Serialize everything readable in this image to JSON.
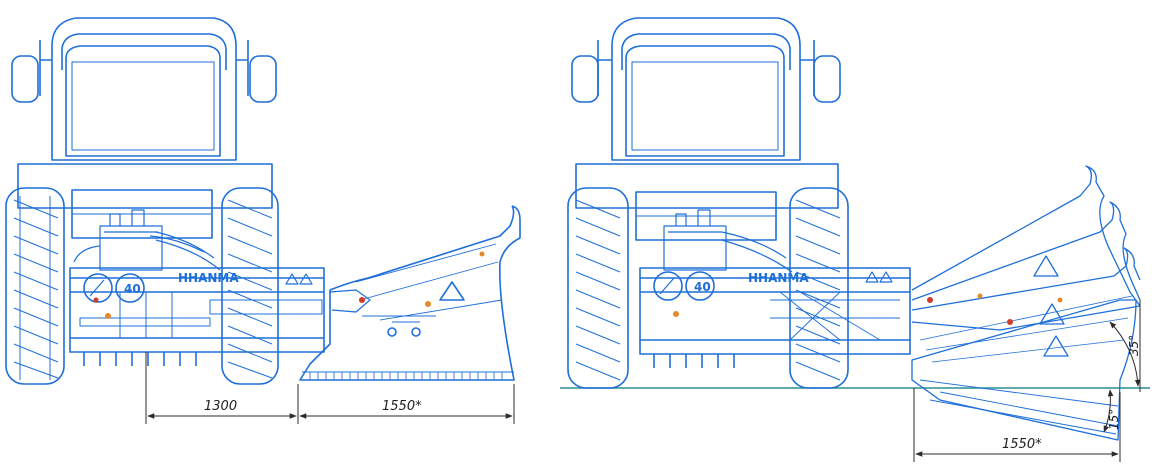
{
  "colors": {
    "line": "#1e6fd9",
    "dim": "#2b2b2b",
    "ground": "#2a8f8f",
    "accent_orange": "#e58a2b",
    "accent_red": "#d23a2a"
  },
  "left_view": {
    "brand": "HHANMA",
    "gauge_value": "40",
    "dim_track": "1300",
    "dim_blade": "1550*"
  },
  "right_view": {
    "brand": "HHANMA",
    "gauge_value": "40",
    "dim_blade": "1550*",
    "angle_up": "35°",
    "angle_down": "15°"
  }
}
